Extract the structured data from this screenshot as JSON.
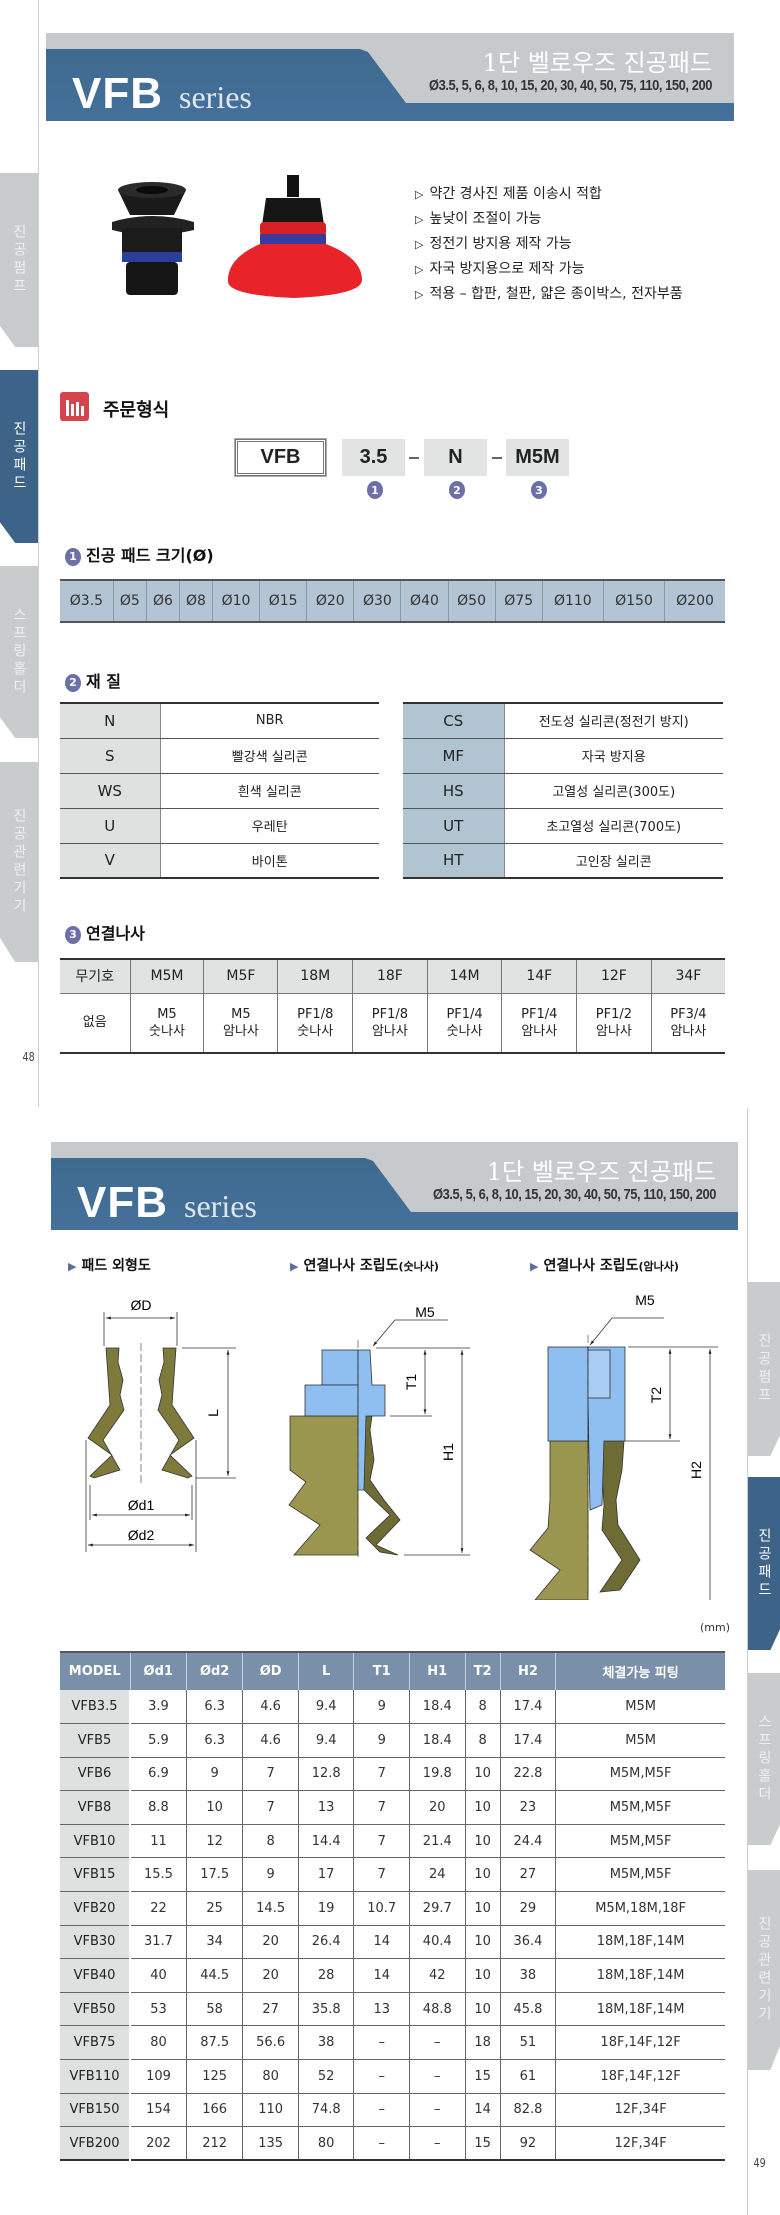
{
  "sidebar": {
    "tabs": [
      {
        "label": "진공펌프",
        "active": false
      },
      {
        "label": "진공패드",
        "active": true
      },
      {
        "label": "스프링홀더",
        "active": false
      },
      {
        "label": "진공관련기기",
        "active": false
      }
    ]
  },
  "header": {
    "model": "VFB",
    "series": "series",
    "title": "1단 벨로우즈 진공패드",
    "sizes": "Ø3.5, 5, 6, 8, 10, 15, 20, 30, 40, 50, 75, 110, 150, 200"
  },
  "features": [
    "약간 경사진 제품 이송시 적합",
    "높낮이 조절이 가능",
    "정전기 방지용 제작 가능",
    "자국 방지용으로 제작 가능",
    "적용 – 합판, 철판, 얇은 종이박스, 전자부품"
  ],
  "order": {
    "title": "주문형식",
    "parts": [
      "VFB",
      "3.5",
      "N",
      "M5M"
    ],
    "markers": [
      "1",
      "2",
      "3"
    ]
  },
  "pad_size": {
    "title": "진공 패드 크기(Ø)",
    "number": "1",
    "values": [
      "Ø3.5",
      "Ø5",
      "Ø6",
      "Ø8",
      "Ø10",
      "Ø15",
      "Ø20",
      "Ø30",
      "Ø40",
      "Ø50",
      "Ø75",
      "Ø110",
      "Ø150",
      "Ø200"
    ]
  },
  "material": {
    "title": "재 질",
    "number": "2",
    "left": [
      {
        "code": "N",
        "name": "NBR"
      },
      {
        "code": "S",
        "name": "빨강색 실리콘"
      },
      {
        "code": "WS",
        "name": "흰색 실리콘"
      },
      {
        "code": "U",
        "name": "우레탄"
      },
      {
        "code": "V",
        "name": "바이톤"
      }
    ],
    "right": [
      {
        "code": "CS",
        "name": "전도성 실리콘(정전기 방지)"
      },
      {
        "code": "MF",
        "name": "자국 방지용"
      },
      {
        "code": "HS",
        "name": "고열성 실리콘(300도)"
      },
      {
        "code": "UT",
        "name": "초고열성 실리콘(700도)"
      },
      {
        "code": "HT",
        "name": "고인장 실리콘"
      }
    ]
  },
  "thread": {
    "title": "연결나사",
    "number": "3",
    "headers": [
      "무기호",
      "M5M",
      "M5F",
      "18M",
      "18F",
      "14M",
      "14F",
      "12F",
      "34F"
    ],
    "values": [
      "없음",
      "M5\n숫나사",
      "M5\n암나사",
      "PF1/8\n숫나사",
      "PF1/8\n암나사",
      "PF1/4\n숫나사",
      "PF1/4\n암나사",
      "PF1/2\n암나사",
      "PF3/4\n암나사"
    ]
  },
  "page1_number": "48",
  "drawings": {
    "titles": [
      {
        "main": "패드 외형도",
        "sub": ""
      },
      {
        "main": "연결나사 조립도",
        "sub": "(숫나사)"
      },
      {
        "main": "연결나사 조립도",
        "sub": "(암나사)"
      }
    ],
    "labels": {
      "D": "ØD",
      "d1": "Ød1",
      "d2": "Ød2",
      "L": "L",
      "m5_male": "M5",
      "T1": "T1",
      "H1": "H1",
      "m5_female": "M5",
      "T2": "T2",
      "H2": "H2"
    }
  },
  "spec": {
    "unit": "(mm)",
    "headers": [
      "MODEL",
      "Ød1",
      "Ød2",
      "ØD",
      "L",
      "T1",
      "H1",
      "T2",
      "H2",
      "체결가능 피팅"
    ],
    "rows": [
      [
        "VFB3.5",
        "3.9",
        "6.3",
        "4.6",
        "9.4",
        "9",
        "18.4",
        "8",
        "17.4",
        "M5M"
      ],
      [
        "VFB5",
        "5.9",
        "6.3",
        "4.6",
        "9.4",
        "9",
        "18.4",
        "8",
        "17.4",
        "M5M"
      ],
      [
        "VFB6",
        "6.9",
        "9",
        "7",
        "12.8",
        "7",
        "19.8",
        "10",
        "22.8",
        "M5M,M5F"
      ],
      [
        "VFB8",
        "8.8",
        "10",
        "7",
        "13",
        "7",
        "20",
        "10",
        "23",
        "M5M,M5F"
      ],
      [
        "VFB10",
        "11",
        "12",
        "8",
        "14.4",
        "7",
        "21.4",
        "10",
        "24.4",
        "M5M,M5F"
      ],
      [
        "VFB15",
        "15.5",
        "17.5",
        "9",
        "17",
        "7",
        "24",
        "10",
        "27",
        "M5M,M5F"
      ],
      [
        "VFB20",
        "22",
        "25",
        "14.5",
        "19",
        "10.7",
        "29.7",
        "10",
        "29",
        "M5M,18M,18F"
      ],
      [
        "VFB30",
        "31.7",
        "34",
        "20",
        "26.4",
        "14",
        "40.4",
        "10",
        "36.4",
        "18M,18F,14M"
      ],
      [
        "VFB40",
        "40",
        "44.5",
        "20",
        "28",
        "14",
        "42",
        "10",
        "38",
        "18M,18F,14M"
      ],
      [
        "VFB50",
        "53",
        "58",
        "27",
        "35.8",
        "13",
        "48.8",
        "10",
        "45.8",
        "18M,18F,14M"
      ],
      [
        "VFB75",
        "80",
        "87.5",
        "56.6",
        "38",
        "–",
        "–",
        "18",
        "51",
        "18F,14F,12F"
      ],
      [
        "VFB110",
        "109",
        "125",
        "80",
        "52",
        "–",
        "–",
        "15",
        "61",
        "18F,14F,12F"
      ],
      [
        "VFB150",
        "154",
        "166",
        "110",
        "74.8",
        "–",
        "–",
        "14",
        "82.8",
        "12F,34F"
      ],
      [
        "VFB200",
        "202",
        "212",
        "135",
        "80",
        "–",
        "–",
        "15",
        "92",
        "12F,34F"
      ]
    ]
  },
  "page2_number": "49",
  "colors": {
    "accent_blue": "#3d6388",
    "header_gray": "#c7cacc",
    "table_blue": "#b3c5d4",
    "spec_header": "#7a8fa9",
    "pad_olive": "#8e8c45",
    "fitting_blue": "#8fbef0",
    "pad_red": "#e8242a",
    "marker": "#6b70a8"
  }
}
